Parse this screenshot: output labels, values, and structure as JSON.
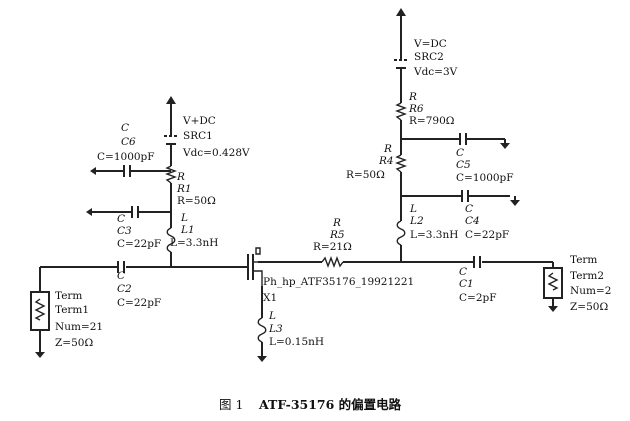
{
  "src1": {
    "type": "V+DC",
    "name": "SRC1",
    "param": "Vdc=0.428V"
  },
  "src2": {
    "type": "V=DC",
    "name": "SRC2",
    "param": "Vdc=3V"
  },
  "c6": {
    "type": "C",
    "name": "C6",
    "value": "C=1000pF"
  },
  "r1": {
    "type": "R",
    "name": "R1",
    "value": "R=50Ω"
  },
  "c3": {
    "type": "C",
    "name": "C3",
    "value": "C=22pF"
  },
  "l1": {
    "type": "L",
    "name": "L1",
    "value": "L=3.3nH"
  },
  "c2": {
    "type": "C",
    "name": "C2",
    "value": "C=22pF"
  },
  "term1": {
    "type": "Term",
    "name": "Term1",
    "num": "Num=21",
    "z": "Z=50Ω"
  },
  "r5": {
    "type": "R",
    "name": "R5",
    "value": "R=21Ω"
  },
  "x1": {
    "model": "Ph_hp_ATF35176_19921221",
    "name": "X1"
  },
  "l3": {
    "type": "L",
    "name": "L3",
    "value": "L=0.15nH"
  },
  "r6": {
    "type": "R",
    "name": "R6",
    "value": "R=790Ω"
  },
  "c5": {
    "type": "C",
    "name": "C5",
    "value": "C=1000pF"
  },
  "r4": {
    "type": "R",
    "name": "R4",
    "value": "R=50Ω"
  },
  "l2": {
    "type": "L",
    "name": "L2",
    "value": "L=3.3nH"
  },
  "c4": {
    "type": "C",
    "name": "C4",
    "value": "C=22pF"
  },
  "c1": {
    "type": "C",
    "name": "C1",
    "value": "C=2pF"
  },
  "term2": {
    "type": "Term",
    "name": "Term2",
    "num": "Num=2",
    "z": "Z=50Ω"
  },
  "caption": {
    "fig": "图 1",
    "text": "ATF-35176 的偏置电路"
  }
}
